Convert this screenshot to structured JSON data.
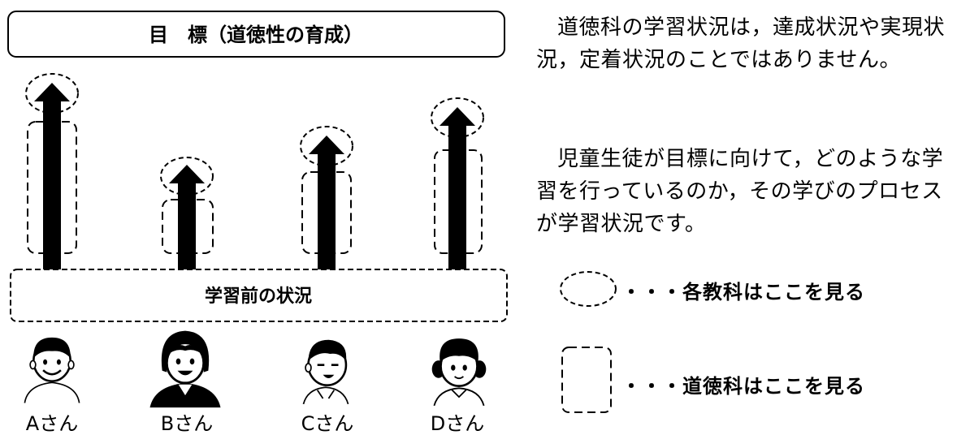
{
  "goal_label": "目　標（道徳性の育成）",
  "baseline_label": "学習前の状況",
  "students": [
    {
      "label": "Aさん"
    },
    {
      "label": "Bさん"
    },
    {
      "label": "Cさん"
    },
    {
      "label": "Dさん"
    }
  ],
  "paragraphs": {
    "p1": "道徳科の学習状況は，達成状況や実現状況，定着状況のことではありません。",
    "p2": "児童生徒が目標に向けて，どのような学習を行っているのか，その学びのプロセスが学習状況です。"
  },
  "legend": {
    "ellipse_text": "・・・各教科はここを見る",
    "rect_text": "・・・道徳科はここを見る"
  },
  "colors": {
    "ink": "#000000",
    "background": "#ffffff"
  }
}
